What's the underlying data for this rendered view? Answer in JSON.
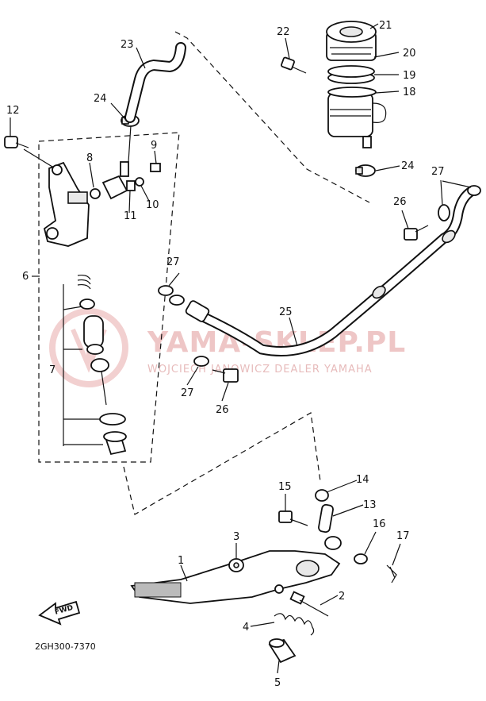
{
  "diagram": {
    "code": "2GH300-7370",
    "fwd_label": "FWD",
    "watermark": {
      "title": "YAMA-SKLEP.PL",
      "subtitle": "WOJCIECH JANOWICZ DEALER YAMAHA"
    },
    "callouts": [
      {
        "id": "c1",
        "label": "1"
      },
      {
        "id": "c2",
        "label": "2"
      },
      {
        "id": "c3",
        "label": "3"
      },
      {
        "id": "c4",
        "label": "4"
      },
      {
        "id": "c5",
        "label": "5"
      },
      {
        "id": "c6",
        "label": "6"
      },
      {
        "id": "c7",
        "label": "7"
      },
      {
        "id": "c8",
        "label": "8"
      },
      {
        "id": "c9",
        "label": "9"
      },
      {
        "id": "c10",
        "label": "10"
      },
      {
        "id": "c11",
        "label": "11"
      },
      {
        "id": "c12",
        "label": "12"
      },
      {
        "id": "c13",
        "label": "13"
      },
      {
        "id": "c14",
        "label": "14"
      },
      {
        "id": "c15",
        "label": "15"
      },
      {
        "id": "c16",
        "label": "16"
      },
      {
        "id": "c17",
        "label": "17"
      },
      {
        "id": "c18",
        "label": "18"
      },
      {
        "id": "c19",
        "label": "19"
      },
      {
        "id": "c20",
        "label": "20"
      },
      {
        "id": "c21",
        "label": "21"
      },
      {
        "id": "c22",
        "label": "22"
      },
      {
        "id": "c23",
        "label": "23"
      },
      {
        "id": "c24a",
        "label": "24"
      },
      {
        "id": "c24b",
        "label": "24"
      },
      {
        "id": "c25",
        "label": "25"
      },
      {
        "id": "c26a",
        "label": "26"
      },
      {
        "id": "c26b",
        "label": "26"
      },
      {
        "id": "c27a",
        "label": "27"
      },
      {
        "id": "c27b",
        "label": "27"
      },
      {
        "id": "c27c",
        "label": "27"
      }
    ]
  }
}
